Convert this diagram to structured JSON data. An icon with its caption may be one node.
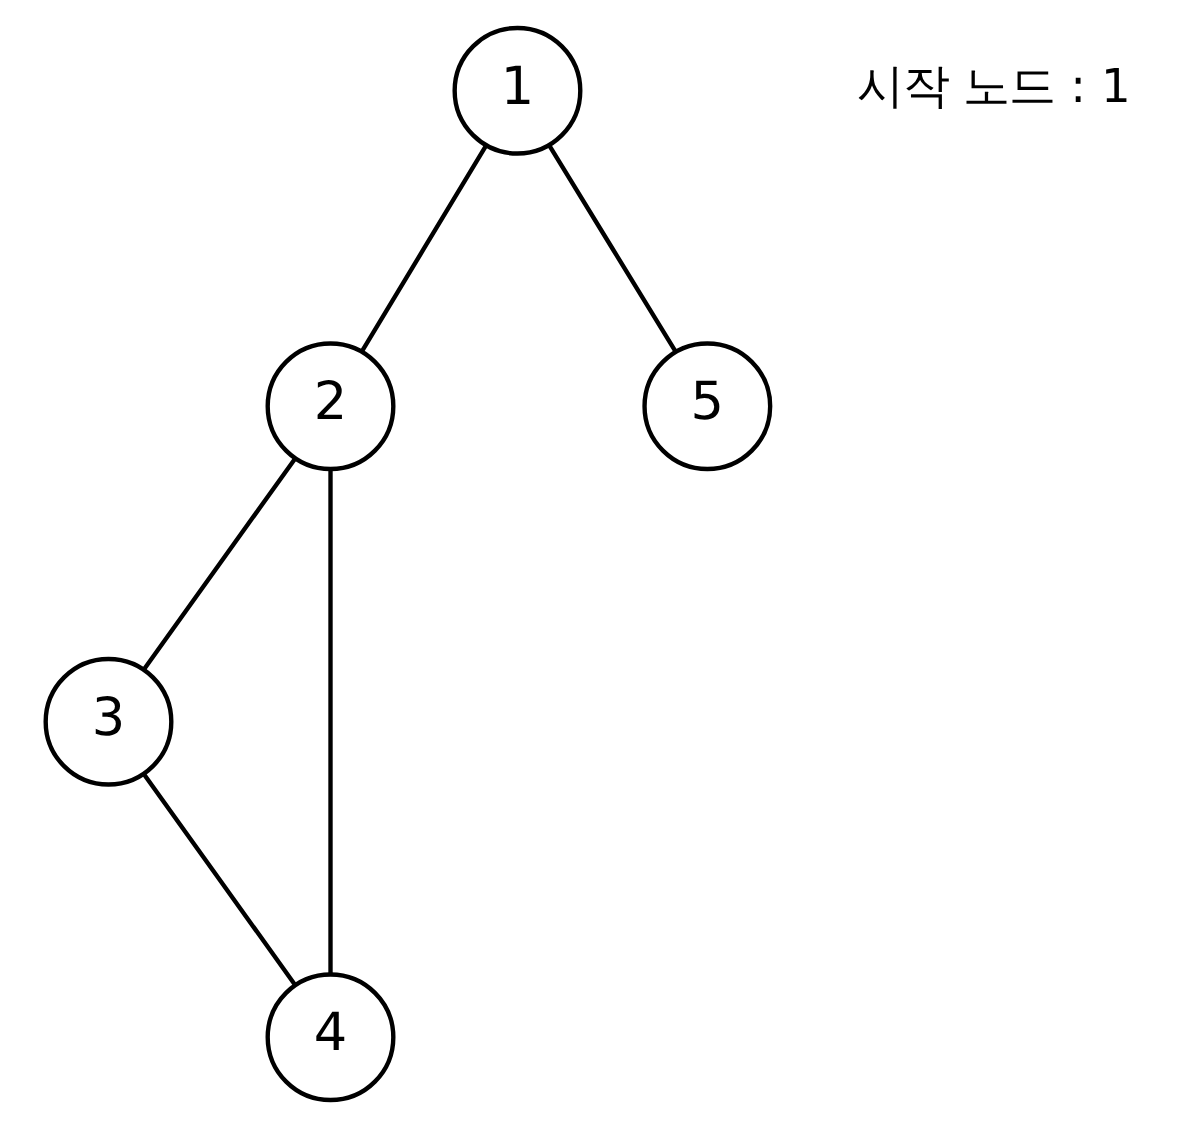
{
  "diagram": {
    "nodes": [
      {
        "text": [
          "1"
        ]
      },
      {
        "text": [
          "2"
        ]
      },
      {
        "text": [
          "3"
        ]
      },
      {
        "text": [
          "4"
        ]
      },
      {
        "text": [
          "5"
        ]
      }
    ],
    "edges": [
      {
        "from": 0,
        "to": 1,
        "arrow": "none"
      },
      {
        "from": 0,
        "to": 4,
        "arrow": "none"
      },
      {
        "from": 1,
        "to": 3,
        "arrow": "none"
      },
      {
        "from": 1,
        "to": 2,
        "arrow": "none"
      },
      {
        "from": 2,
        "to": 3,
        "arrow": "none"
      }
    ],
    "labels": [
      "시작 노드 : 1"
    ]
  }
}
